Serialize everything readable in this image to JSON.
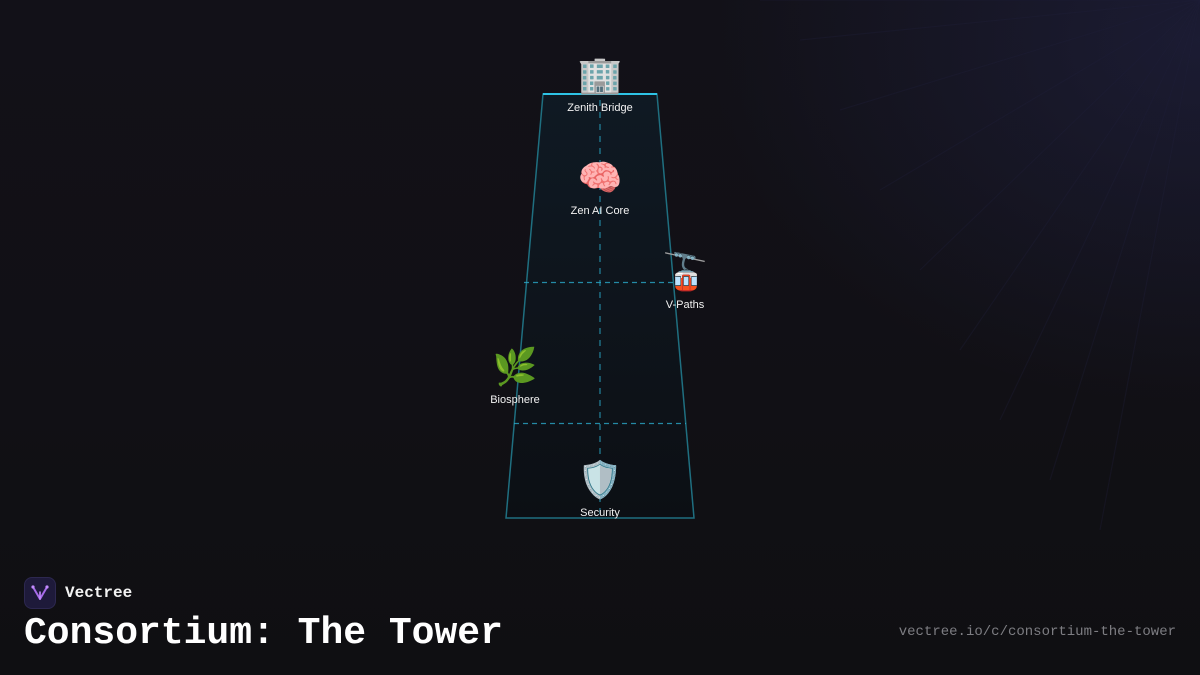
{
  "diagram": {
    "nodes": [
      {
        "id": "zenith-bridge",
        "label": "Zenith Bridge",
        "icon": "office-building-icon",
        "glyph": "🏢"
      },
      {
        "id": "zen-ai-core",
        "label": "Zen AI Core",
        "icon": "brain-icon",
        "glyph": "🧠"
      },
      {
        "id": "v-paths",
        "label": "V-Paths",
        "icon": "aerial-tramway-icon",
        "glyph": "🚡"
      },
      {
        "id": "biosphere",
        "label": "Biosphere",
        "icon": "herb-leaf-icon",
        "glyph": "🌿"
      },
      {
        "id": "security",
        "label": "Security",
        "icon": "shield-icon",
        "glyph": "🛡️"
      }
    ]
  },
  "colors": {
    "background": "#111014",
    "tower_stroke": "#1f6f80",
    "tower_top": "#2ec4e6",
    "dashed": "#2aa9c9",
    "text": "#f2f2f2",
    "url": "#7d7d82"
  },
  "footer": {
    "brand_name": "Vectree",
    "title": "Consortium: The Tower",
    "url": "vectree.io/c/consortium-the-tower"
  }
}
